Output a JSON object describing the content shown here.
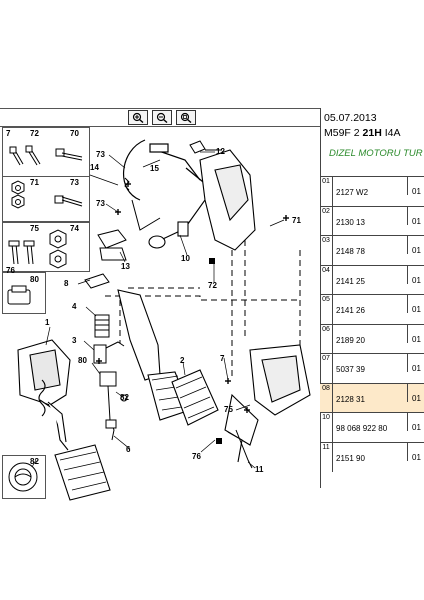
{
  "header": {
    "date": "05.07.2013",
    "code_prefix": "M59F 2 ",
    "code_bold": "21H",
    "code_suffix": " I4A",
    "engine": "DIZEL MOTORU TUR"
  },
  "toolbar": {
    "icons": [
      "zoom-in-icon",
      "zoom-out-icon",
      "zoom-fit-icon"
    ]
  },
  "parts_table": {
    "rows": [
      {
        "index": "01",
        "part": "2127 W2",
        "qty": "01"
      },
      {
        "index": "02",
        "part": "2130 13",
        "qty": "01"
      },
      {
        "index": "03",
        "part": "2148 78",
        "qty": "01"
      },
      {
        "index": "04",
        "part": "2141 25",
        "qty": "01"
      },
      {
        "index": "05",
        "part": "2141 26",
        "qty": "01"
      },
      {
        "index": "06",
        "part": "2189 20",
        "qty": "01"
      },
      {
        "index": "07",
        "part": "5037 39",
        "qty": "01"
      },
      {
        "index": "08",
        "part": "2128 31",
        "qty": "01",
        "highlight": true
      },
      {
        "index": "10",
        "part": "98 068 922 80",
        "qty": "01"
      },
      {
        "index": "11",
        "part": "2151 90",
        "qty": "01"
      }
    ]
  },
  "legend": {
    "cells": [
      "7",
      "72",
      "70",
      "71",
      "73",
      "75",
      "74",
      "76",
      "80",
      "82"
    ]
  },
  "callouts": [
    "1",
    "2",
    "3",
    "4",
    "6",
    "7",
    "8",
    "10",
    "11",
    "12",
    "13",
    "14",
    "15",
    "70",
    "71",
    "72",
    "73",
    "75",
    "76",
    "80",
    "82"
  ],
  "colors": {
    "highlight": "#fde9c9",
    "engine_text": "#2a8a2a"
  }
}
